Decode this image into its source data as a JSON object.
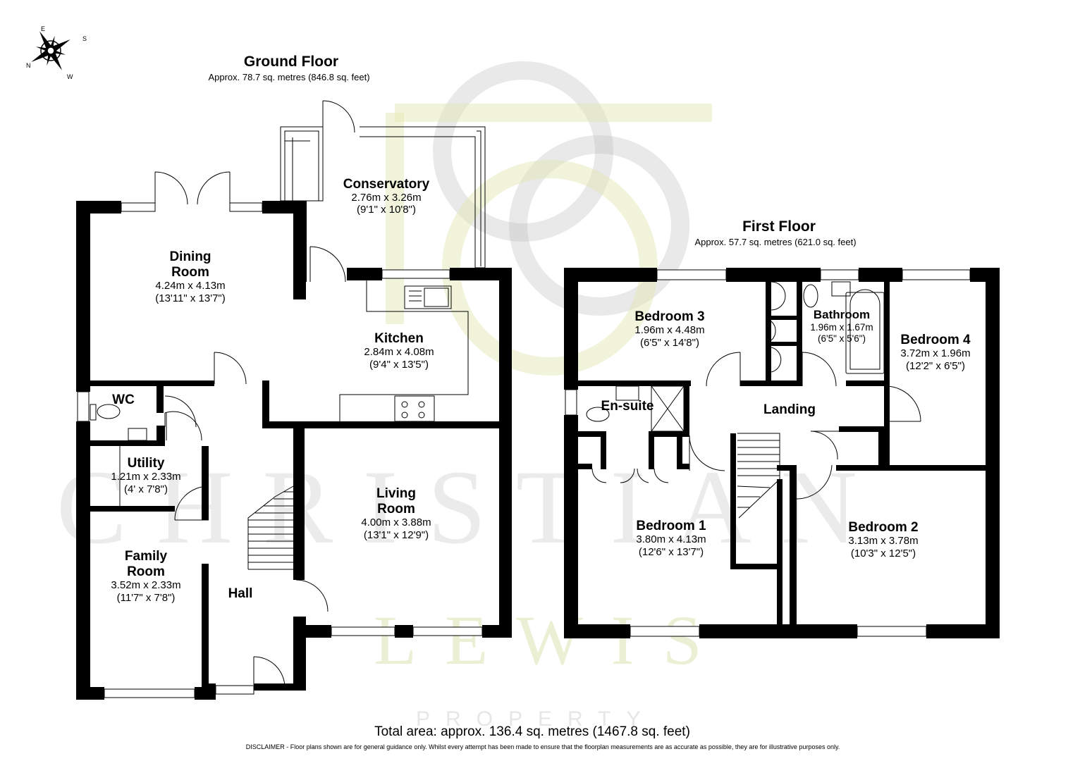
{
  "ground_floor": {
    "title": "Ground Floor",
    "area": "Approx. 78.7 sq. metres (846.8 sq. feet)",
    "rooms": {
      "conservatory": {
        "name": "Conservatory",
        "metric": "2.76m x 3.26m",
        "imperial": "(9'1\" x 10'8\")"
      },
      "dining": {
        "name1": "Dining",
        "name2": "Room",
        "metric": "4.24m x 4.13m",
        "imperial": "(13'11\" x 13'7\")"
      },
      "kitchen": {
        "name": "Kitchen",
        "metric": "2.84m x 4.08m",
        "imperial": "(9'4\" x 13'5\")"
      },
      "wc": {
        "name": "WC"
      },
      "utility": {
        "name": "Utility",
        "metric": "1.21m x 2.33m",
        "imperial": "(4' x 7'8\")"
      },
      "living": {
        "name1": "Living",
        "name2": "Room",
        "metric": "4.00m x 3.88m",
        "imperial": "(13'1\" x 12'9\")"
      },
      "family": {
        "name1": "Family",
        "name2": "Room",
        "metric": "3.52m x 2.33m",
        "imperial": "(11'7\" x 7'8\")"
      },
      "hall": {
        "name": "Hall"
      }
    }
  },
  "first_floor": {
    "title": "First Floor",
    "area": "Approx. 57.7 sq. metres (621.0 sq. feet)",
    "rooms": {
      "bedroom3": {
        "name": "Bedroom 3",
        "metric": "1.96m x 4.48m",
        "imperial": "(6'5\" x 14'8\")"
      },
      "bathroom": {
        "name": "Bathroom",
        "metric": "1.96m x 1.67m",
        "imperial": "(6'5\" x 5'6\")"
      },
      "bedroom4": {
        "name": "Bedroom 4",
        "metric": "3.72m x 1.96m",
        "imperial": "(12'2\" x 6'5\")"
      },
      "ensuite": {
        "name": "En-suite"
      },
      "landing": {
        "name": "Landing"
      },
      "bedroom1": {
        "name": "Bedroom 1",
        "metric": "3.80m x 4.13m",
        "imperial": "(12'6\" x 13'7\")"
      },
      "bedroom2": {
        "name": "Bedroom 2",
        "metric": "3.13m x 3.78m",
        "imperial": "(10'3\" x 12'5\")"
      }
    }
  },
  "total_area": "Total area: approx. 136.4 sq. metres (1467.8 sq. feet)",
  "disclaimer": "DISCLAIMER -  Floor plans shown are for general guidance only. Whilst every attempt has been made to ensure that the floorplan measurements are as accurate as possible, they are for illustrative purposes only.",
  "watermark": {
    "line1": "CHRISTIAN",
    "line2": "LEWIS",
    "line3": "PROPERTY"
  },
  "compass": {
    "n": "N",
    "e": "E",
    "s": "S",
    "w": "W"
  },
  "colors": {
    "wall": "#000000",
    "watermark_grey": "#b8b8b8",
    "watermark_green": "#d9e0a8"
  }
}
